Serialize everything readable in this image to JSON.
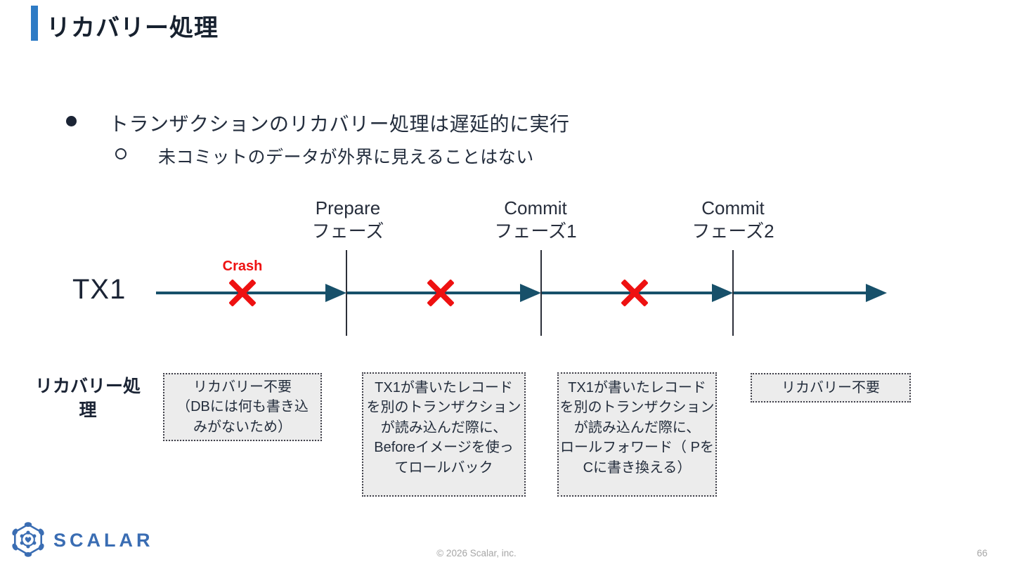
{
  "slide": {
    "title": "リカバリー処理",
    "bullets": {
      "main": "トランザクションのリカバリー処理は遅延的に実行",
      "sub": "未コミットのデータが外界に見えることはない"
    },
    "diagram": {
      "tx_label": "TX1",
      "crash_label": "Crash",
      "phase_labels": [
        {
          "lines": [
            "Prepare",
            "フェーズ"
          ]
        },
        {
          "lines": [
            "Commit",
            "フェーズ1"
          ]
        },
        {
          "lines": [
            "Commit",
            "フェーズ2"
          ]
        }
      ],
      "colors": {
        "timeline": "#17506a",
        "crash_red": "#ee1111",
        "accent_bar_blue": "#2e7bc5",
        "box_background": "#ececec",
        "logo_blue": "#3a6db3"
      }
    },
    "recovery": {
      "row_label_lines": [
        "リカバリー処",
        "理"
      ],
      "boxes": [
        {
          "lines": [
            "リカバリー不要",
            "（DBには何も書き込",
            "みがないため）"
          ]
        },
        {
          "lines": [
            "TX1が書いたレコード",
            "を別のトランザクション",
            "が読み込んだ際に、",
            "Beforeイメージを使っ",
            "てロールバック"
          ]
        },
        {
          "lines": [
            "TX1が書いたレコード",
            "を別のトランザクション",
            "が読み込んだ際に、",
            "ロールフォワード（ Pを",
            "Cに書き換える）"
          ]
        },
        {
          "lines": [
            "リカバリー不要"
          ]
        }
      ]
    },
    "footer": {
      "logo_text": "SCALAR",
      "copyright": "© 2026 Scalar, inc.",
      "page_number": "66"
    }
  }
}
